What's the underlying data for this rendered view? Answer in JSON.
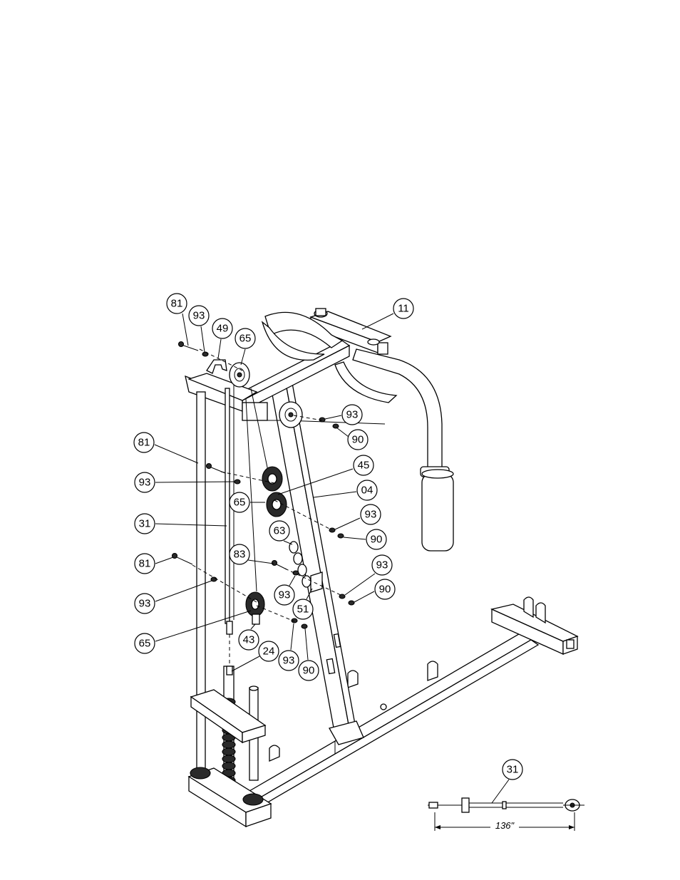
{
  "diagram": {
    "callouts": [
      {
        "id": "c-81-top",
        "label": "81"
      },
      {
        "id": "c-93-top",
        "label": "93"
      },
      {
        "id": "c-49",
        "label": "49"
      },
      {
        "id": "c-65-top",
        "label": "65"
      },
      {
        "id": "c-11",
        "label": "11"
      },
      {
        "id": "c-93-right1",
        "label": "93"
      },
      {
        "id": "c-90-right1",
        "label": "90"
      },
      {
        "id": "c-81-left1",
        "label": "81"
      },
      {
        "id": "c-45",
        "label": "45"
      },
      {
        "id": "c-04",
        "label": "04"
      },
      {
        "id": "c-93-left1",
        "label": "93"
      },
      {
        "id": "c-65-mid",
        "label": "65"
      },
      {
        "id": "c-93-right2",
        "label": "93"
      },
      {
        "id": "c-31-left",
        "label": "31"
      },
      {
        "id": "c-63",
        "label": "63"
      },
      {
        "id": "c-90-right2",
        "label": "90"
      },
      {
        "id": "c-81-left2",
        "label": "81"
      },
      {
        "id": "c-83",
        "label": "83"
      },
      {
        "id": "c-93-right3",
        "label": "93"
      },
      {
        "id": "c-93-mid",
        "label": "93"
      },
      {
        "id": "c-90-right3",
        "label": "90"
      },
      {
        "id": "c-93-left2",
        "label": "93"
      },
      {
        "id": "c-51",
        "label": "51"
      },
      {
        "id": "c-65-low",
        "label": "65"
      },
      {
        "id": "c-43",
        "label": "43"
      },
      {
        "id": "c-93-low",
        "label": "93"
      },
      {
        "id": "c-90-low",
        "label": "90"
      },
      {
        "id": "c-24",
        "label": "24"
      },
      {
        "id": "c-31-inset",
        "label": "31"
      }
    ],
    "inset": {
      "dimension_label": "136\""
    }
  }
}
